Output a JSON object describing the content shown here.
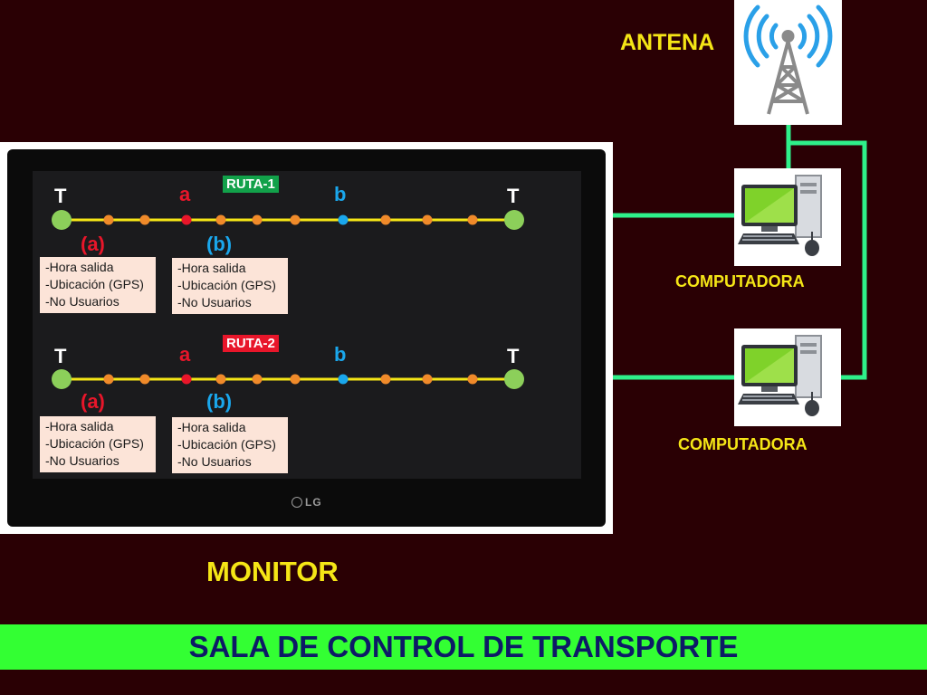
{
  "antenna": {
    "label": "ANTENA"
  },
  "monitor": {
    "label": "MONITOR",
    "brand": "LG"
  },
  "computers": [
    {
      "label": "COMPUTADORA"
    },
    {
      "label": "COMPUTADORA"
    }
  ],
  "routes": [
    {
      "tag": "RUTA-1",
      "tag_color": "#12a14a",
      "terminal_left": "T",
      "terminal_right": "T",
      "point_a": "a",
      "point_b": "b",
      "caption_a": "(a)",
      "caption_b": "(b)",
      "info_a": [
        "-Hora salida",
        "-Ubicación (GPS)",
        "-No Usuarios"
      ],
      "info_b": [
        "-Hora salida",
        "-Ubicación (GPS)",
        "-No Usuarios"
      ]
    },
    {
      "tag": "RUTA-2",
      "tag_color": "#e8162a",
      "terminal_left": "T",
      "terminal_right": "T",
      "point_a": "a",
      "point_b": "b",
      "caption_a": "(a)",
      "caption_b": "(b)",
      "info_a": [
        "-Hora salida",
        "-Ubicación (GPS)",
        "-No Usuarios"
      ],
      "info_b": [
        "-Hora salida",
        "-Ubicación (GPS)",
        "-No Usuarios"
      ]
    }
  ],
  "footer": {
    "title": "SALA DE CONTROL DE TRANSPORTE"
  },
  "colors": {
    "background": "#2a0004",
    "link": "#2ef08a",
    "route_line": "#f5e616",
    "terminal": "#8ccf5a",
    "stop": "#f08a2a",
    "point_a": "#e8162a",
    "point_b": "#1aa7ec",
    "footer": "#33ff33"
  }
}
